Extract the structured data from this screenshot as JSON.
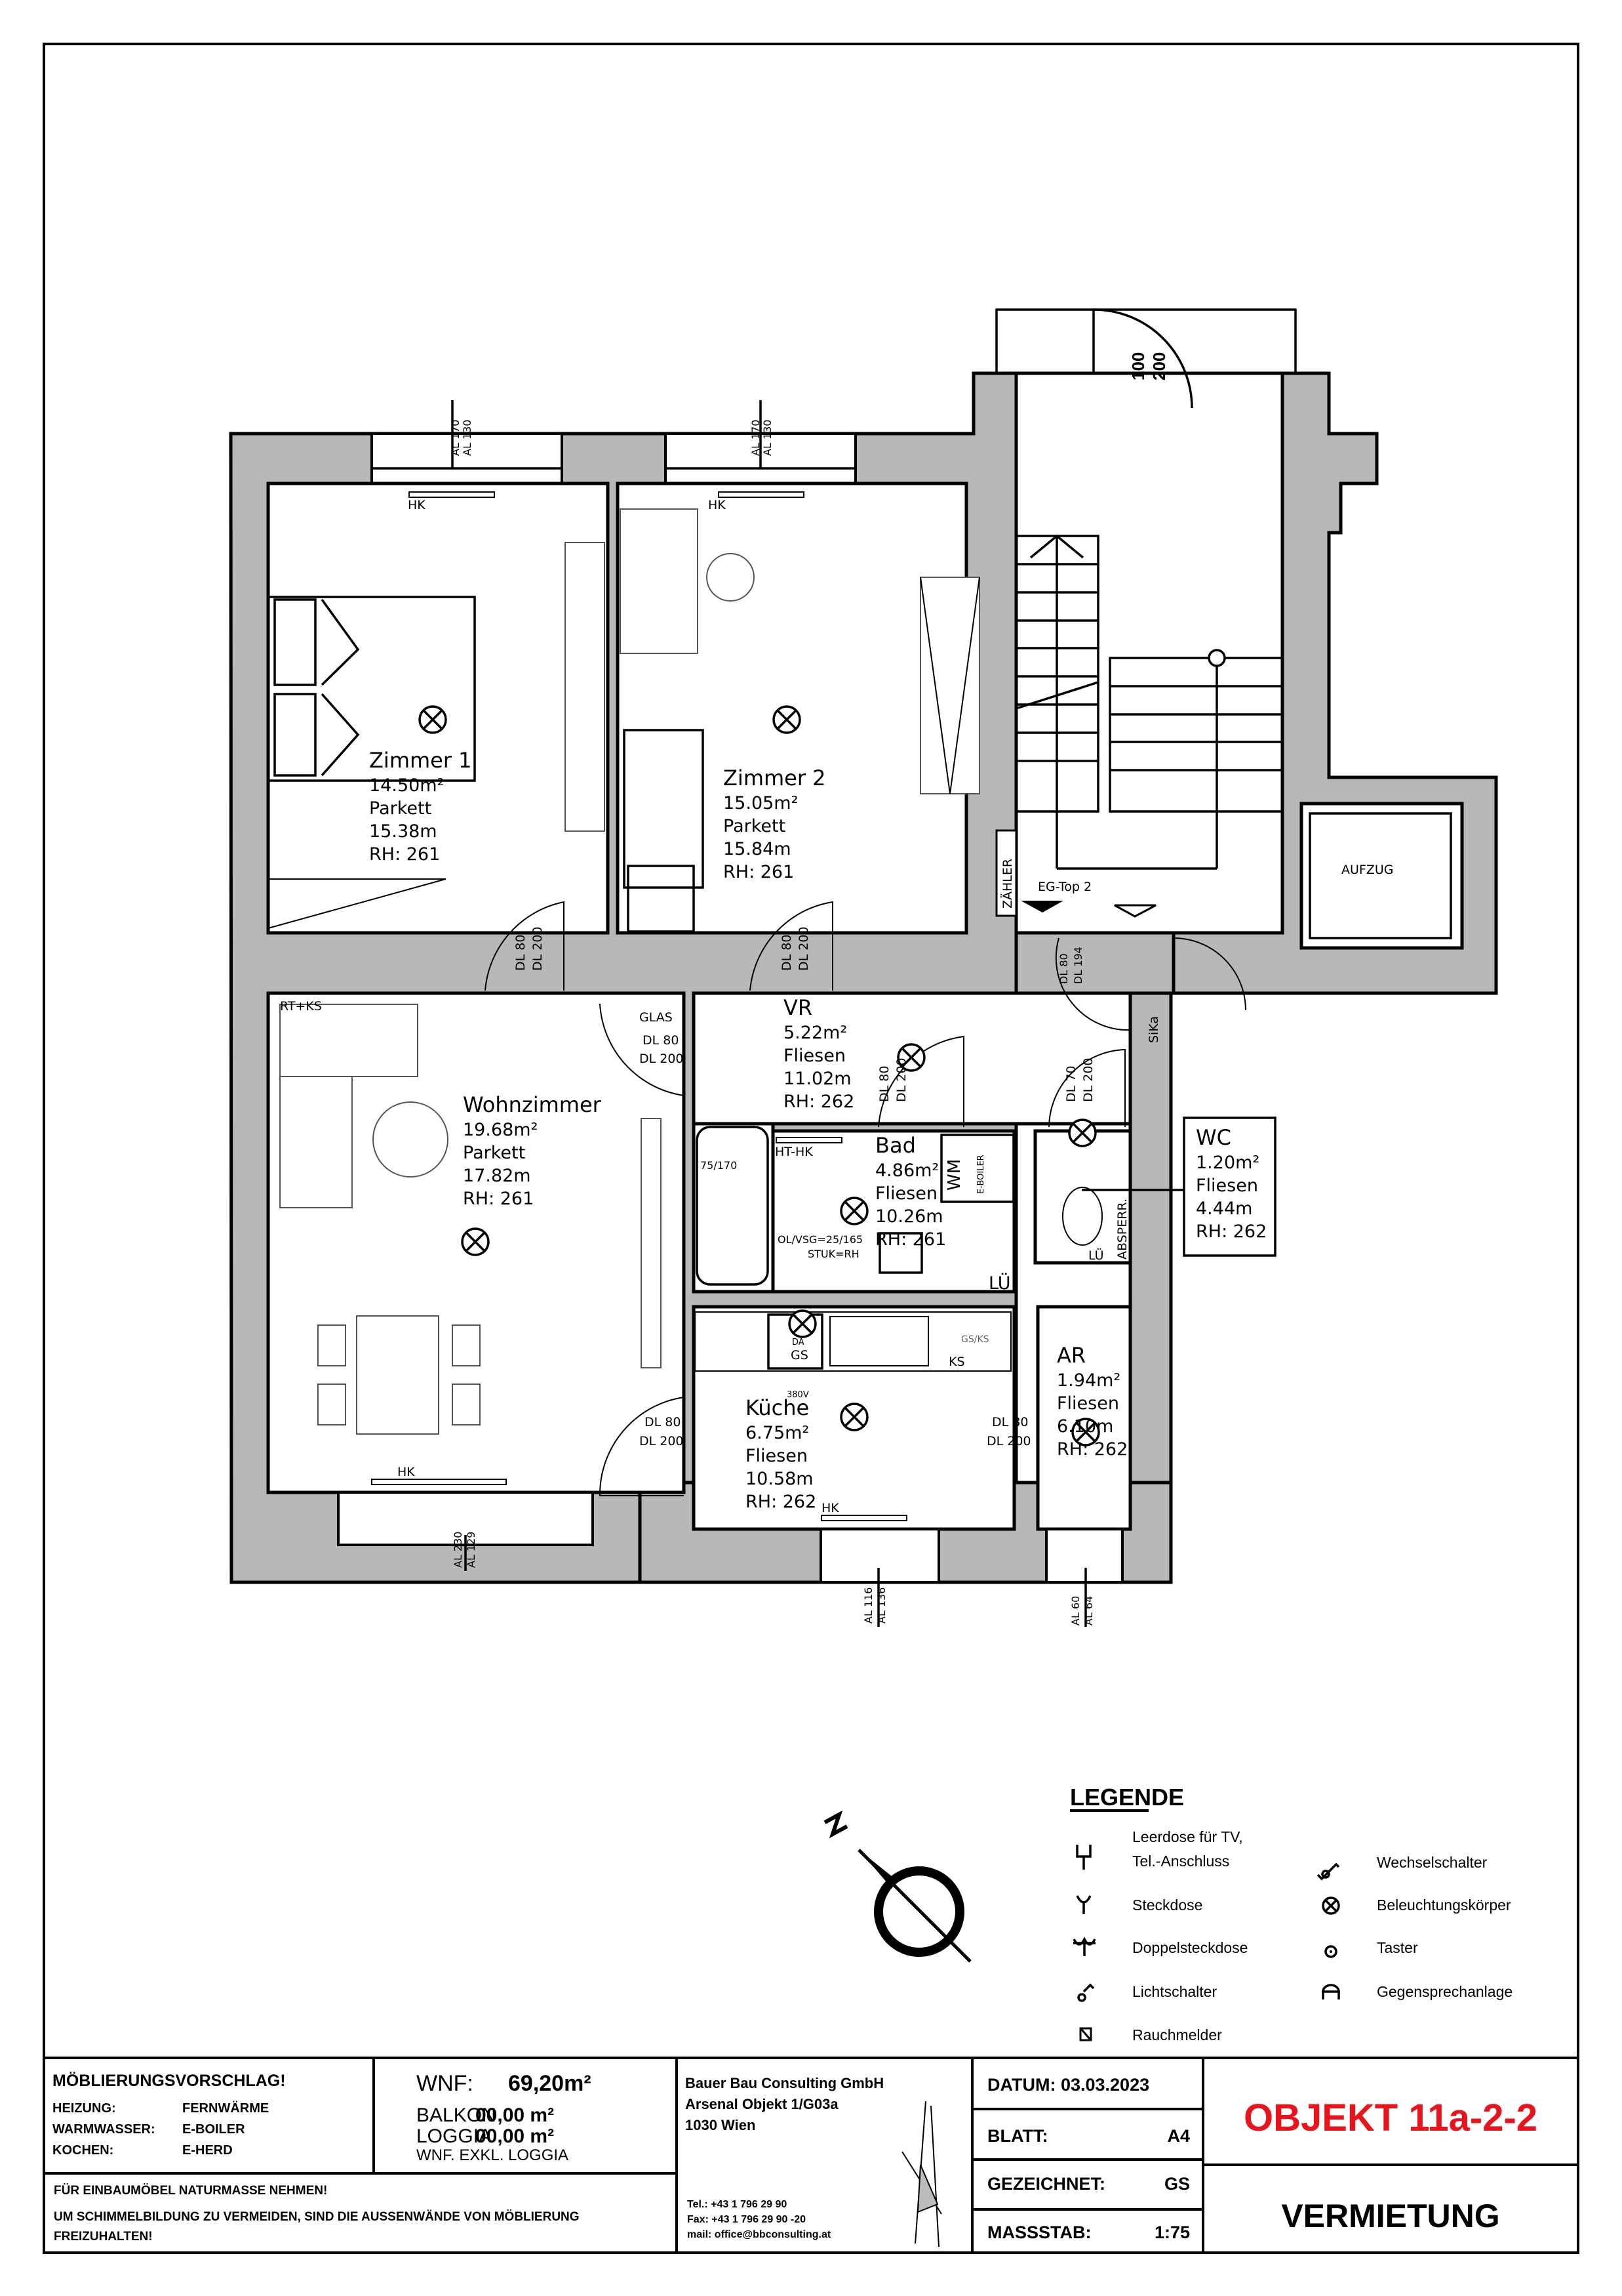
{
  "rooms": {
    "zimmer1": {
      "name": "Zimmer 1",
      "area": "14.50m²",
      "floor": "Parkett",
      "perimeter": "15.38m",
      "rh": "RH: 261"
    },
    "zimmer2": {
      "name": "Zimmer 2",
      "area": "15.05m²",
      "floor": "Parkett",
      "perimeter": "15.84m",
      "rh": "RH: 261"
    },
    "wohnzimmer": {
      "name": "Wohnzimmer",
      "area": "19.68m²",
      "floor": "Parkett",
      "perimeter": "17.82m",
      "rh": "RH: 261"
    },
    "vr": {
      "name": "VR",
      "area": "5.22m²",
      "floor": "Fliesen",
      "perimeter": "11.02m",
      "rh": "RH: 262"
    },
    "bad": {
      "name": "Bad",
      "area": "4.86m²",
      "floor": "Fliesen",
      "perimeter": "10.26m",
      "rh": "RH: 261"
    },
    "wc": {
      "name": "WC",
      "area": "1.20m²",
      "floor": "Fliesen",
      "perimeter": "4.44m",
      "rh": "RH: 262"
    },
    "kueche": {
      "name": "Küche",
      "area": "6.75m²",
      "floor": "Fliesen",
      "perimeter": "10.58m",
      "rh": "RH: 262"
    },
    "ar": {
      "name": "AR",
      "area": "1.94m²",
      "floor": "Fliesen",
      "perimeter": "6.10m",
      "rh": "RH: 262"
    }
  },
  "doors": {
    "zimmer1": [
      "DL 80",
      "DL 200"
    ],
    "zimmer2": [
      "DL 80",
      "DL 200"
    ],
    "bad": [
      "DL 80",
      "DL 200"
    ],
    "wc": [
      "DL 70",
      "DL 200"
    ],
    "entrance": [
      "DL 80",
      "DL 194"
    ],
    "wohnzimmer_glas": [
      "GLAS",
      "DL 80",
      "DL 200"
    ],
    "wohnzimmer_kueche": [
      "DL 80",
      "DL 200"
    ],
    "ar": [
      "DL 80",
      "DL 200"
    ],
    "stair_exit": [
      "100",
      "200"
    ]
  },
  "windows": {
    "zimmer1": [
      "AL 170",
      "AL 130"
    ],
    "zimmer2": [
      "AL 170",
      "AL 130"
    ],
    "wohnzimmer": [
      "AL 230",
      "AL 129"
    ],
    "kueche": [
      "AL 116",
      "AL 136"
    ],
    "ar": [
      "AL 60",
      "AL 64"
    ]
  },
  "labels": {
    "hk": "HK",
    "ht_hk": "HT-HK",
    "rt_ks": "RT+KS",
    "bathtub": "75/170",
    "wm": "WM",
    "e_boiler": "E-BOILER",
    "lue": "LÜ",
    "absperr": "ABSPERR.",
    "sika": "SiKa",
    "zaehler": "ZÄHLER",
    "eg_top": "EG-Top 2",
    "aufzug": "AUFZUG",
    "ol_vsg": "OL/VSG=25/165",
    "stuk": "STUK=RH",
    "gs": "GS",
    "ks": "KS",
    "v380": "380V",
    "da": "DA",
    "gs_ks": "GS/KS"
  },
  "legend": {
    "title": "LEGENDE",
    "items": [
      {
        "icon": "tv-socket-icon",
        "label1": "Leerdose für TV,",
        "label2": "Tel.-Anschluss"
      },
      {
        "icon": "socket-icon",
        "label": "Steckdose"
      },
      {
        "icon": "double-socket-icon",
        "label": "Doppelsteckdose"
      },
      {
        "icon": "light-switch-icon",
        "label": "Lichtschalter"
      },
      {
        "icon": "smoke-detector-icon",
        "label": "Rauchmelder"
      },
      {
        "icon": "two-way-switch-icon",
        "label": "Wechselschalter"
      },
      {
        "icon": "light-fixture-icon",
        "label": "Beleuchtungskörper"
      },
      {
        "icon": "push-button-icon",
        "label": "Taster"
      },
      {
        "icon": "intercom-icon",
        "label": "Gegensprechanlage"
      }
    ]
  },
  "titleblock": {
    "moeblierung": "MÖBLIERUNGSVORSCHLAG!",
    "heizung_label": "HEIZUNG:",
    "heizung_value": "FERNWÄRME",
    "warmwasser_label": "WARMWASSER:",
    "warmwasser_value": "E-BOILER",
    "kochen_label": "KOCHEN:",
    "kochen_value": "E-HERD",
    "wnf_label": "WNF:",
    "wnf_value": "69,20m²",
    "balkon_label": "BALKON",
    "balkon_value": "00,00 m²",
    "loggia_label": "LOGGIA",
    "loggia_value": "00,00 m²",
    "wnf_note": "WNF. EXKL. LOGGIA",
    "note1": "FÜR EINBAUMÖBEL NATURMASSE NEHMEN!",
    "note2": "UM SCHIMMELBILDUNG ZU VERMEIDEN, SIND DIE AUSSENWÄNDE VON MÖBLIERUNG",
    "note3": "FREIZUHALTEN!",
    "company": "Bauer Bau Consulting GmbH",
    "address1": "Arsenal Objekt 1/G03a",
    "address2": "1030 Wien",
    "tel": "Tel.: +43 1 796 29 90",
    "fax": "Fax: +43 1 796 29 90 -20",
    "mail": "mail: office@bbconsulting.at",
    "datum": "DATUM: 03.03.2023",
    "blatt_label": "BLATT:",
    "blatt_value": "A4",
    "gezeichnet_label": "GEZEICHNET:",
    "gezeichnet_value": "GS",
    "massstab_label": "MASSSTAB:",
    "massstab_value": "1:75",
    "objekt": "OBJEKT 11a-2-2",
    "vermietung": "VERMIETUNG"
  },
  "colors": {
    "wall": "#b8b8b8",
    "objekt": "#e8141c"
  }
}
